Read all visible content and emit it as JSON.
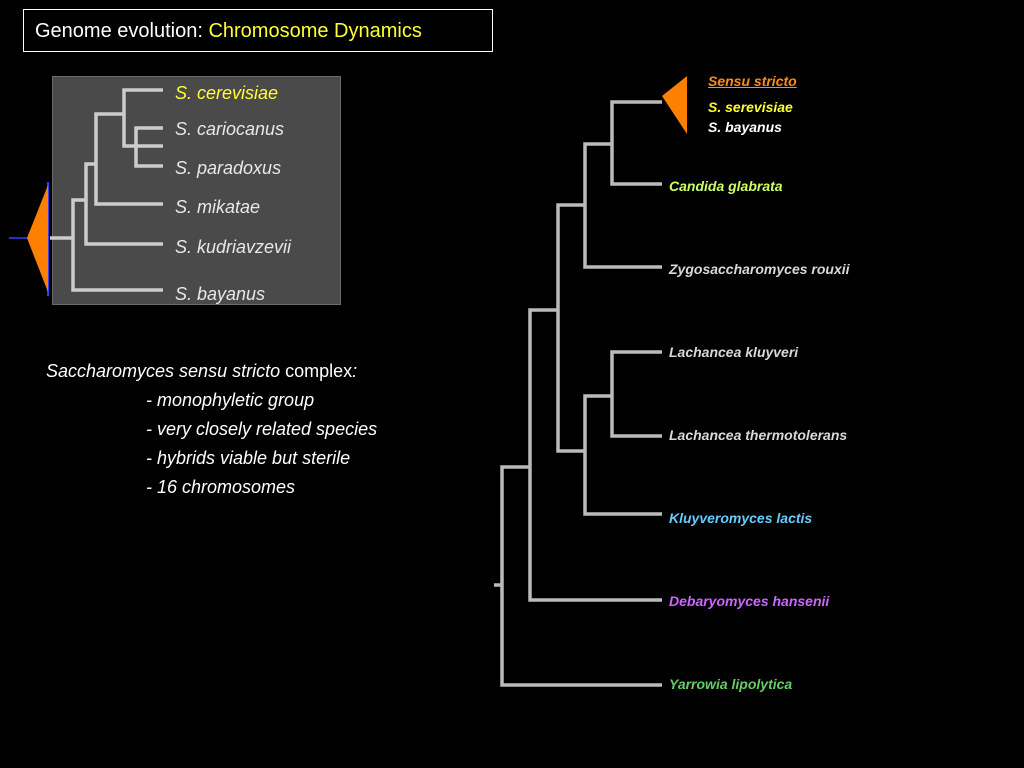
{
  "title": {
    "prefix": "Genome evolution: ",
    "highlight": "Chromosome Dynamics"
  },
  "inset_tree": {
    "taxa": [
      {
        "label": "S.  cerevisiae",
        "color": "#ffff33"
      },
      {
        "label": "S.  cariocanus",
        "color": "#ffffff"
      },
      {
        "label": "S. paradoxus",
        "color": "#ffffff"
      },
      {
        "label": "S. mikatae",
        "color": "#ffffff"
      },
      {
        "label": "S. kudriavzevii",
        "color": "#ffffff"
      },
      {
        "label": "S. bayanus",
        "color": "#ffffff"
      }
    ]
  },
  "notes": {
    "heading_italic": "Saccharomyces sensu stricto",
    "heading_plain": " complex",
    "heading_colon": ":",
    "items": [
      "- monophyletic group",
      "- very closely related species",
      "- hybrids viable but sterile",
      "- 16 chromosomes"
    ]
  },
  "main_tree": {
    "clade_heading": "Sensu stricto",
    "clade_members": [
      {
        "label": "S. serevisiae",
        "color": "#ffff33"
      },
      {
        "label": "S. bayanus",
        "color": "#ffffff"
      }
    ],
    "taxa": [
      {
        "label": "Candida glabrata",
        "color": "#ccff66"
      },
      {
        "label": "Zygosaccharomyces rouxii",
        "color": "#d9d9d9"
      },
      {
        "label": "Lachancea kluyveri",
        "color": "#d9d9d9"
      },
      {
        "label": "Lachancea thermotolerans",
        "color": "#d9d9d9"
      },
      {
        "label": "Kluyveromyces lactis",
        "color": "#66ccff"
      },
      {
        "label": "Debaryomyces hansenii",
        "color": "#cc66ff"
      },
      {
        "label": "Yarrowia lipolytica",
        "color": "#66cc66"
      }
    ]
  },
  "colors": {
    "branch": "#cccccc",
    "clade_marker": "#ff7f00"
  }
}
